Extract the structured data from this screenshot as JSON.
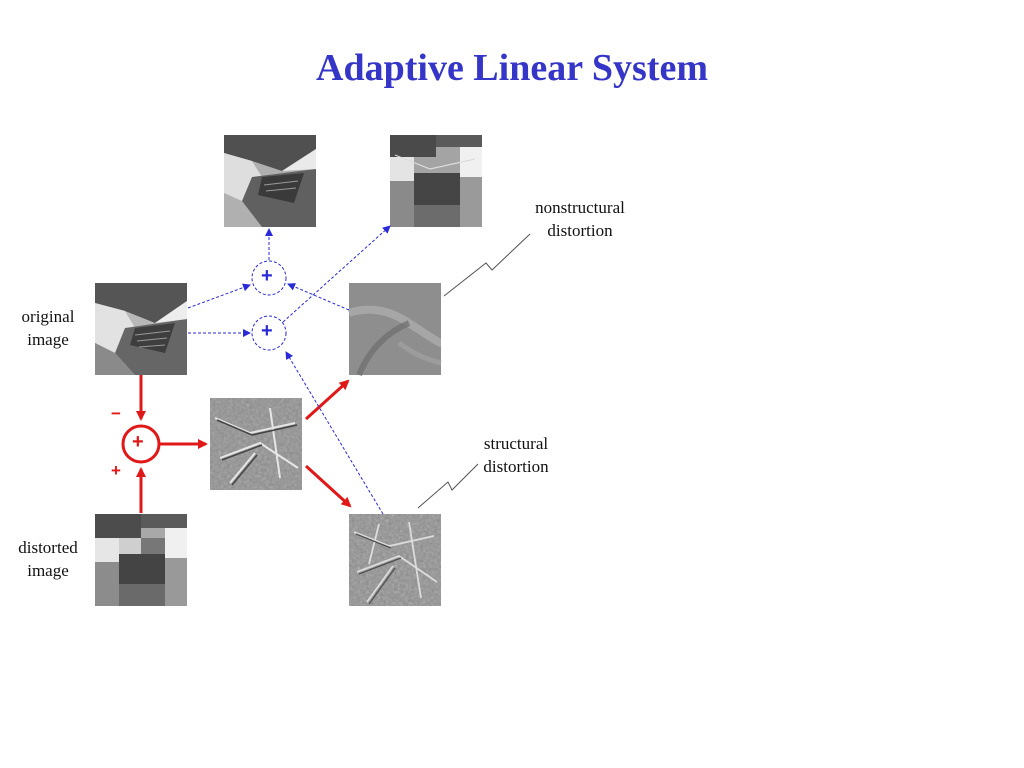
{
  "title": "Adaptive Linear System",
  "labels": {
    "original": [
      "original",
      "image"
    ],
    "distorted": [
      "distorted",
      "image"
    ],
    "nonstructural": [
      "nonstructural",
      "distortion"
    ],
    "structural": [
      "structural",
      "distortion"
    ]
  },
  "signs": {
    "minus": "−",
    "plus": "+",
    "sum": "+"
  },
  "colors": {
    "title": "#3535c8",
    "forward_path": "#e01818",
    "reconstruction_path": "#2a2ad6",
    "callout": "#555555"
  }
}
